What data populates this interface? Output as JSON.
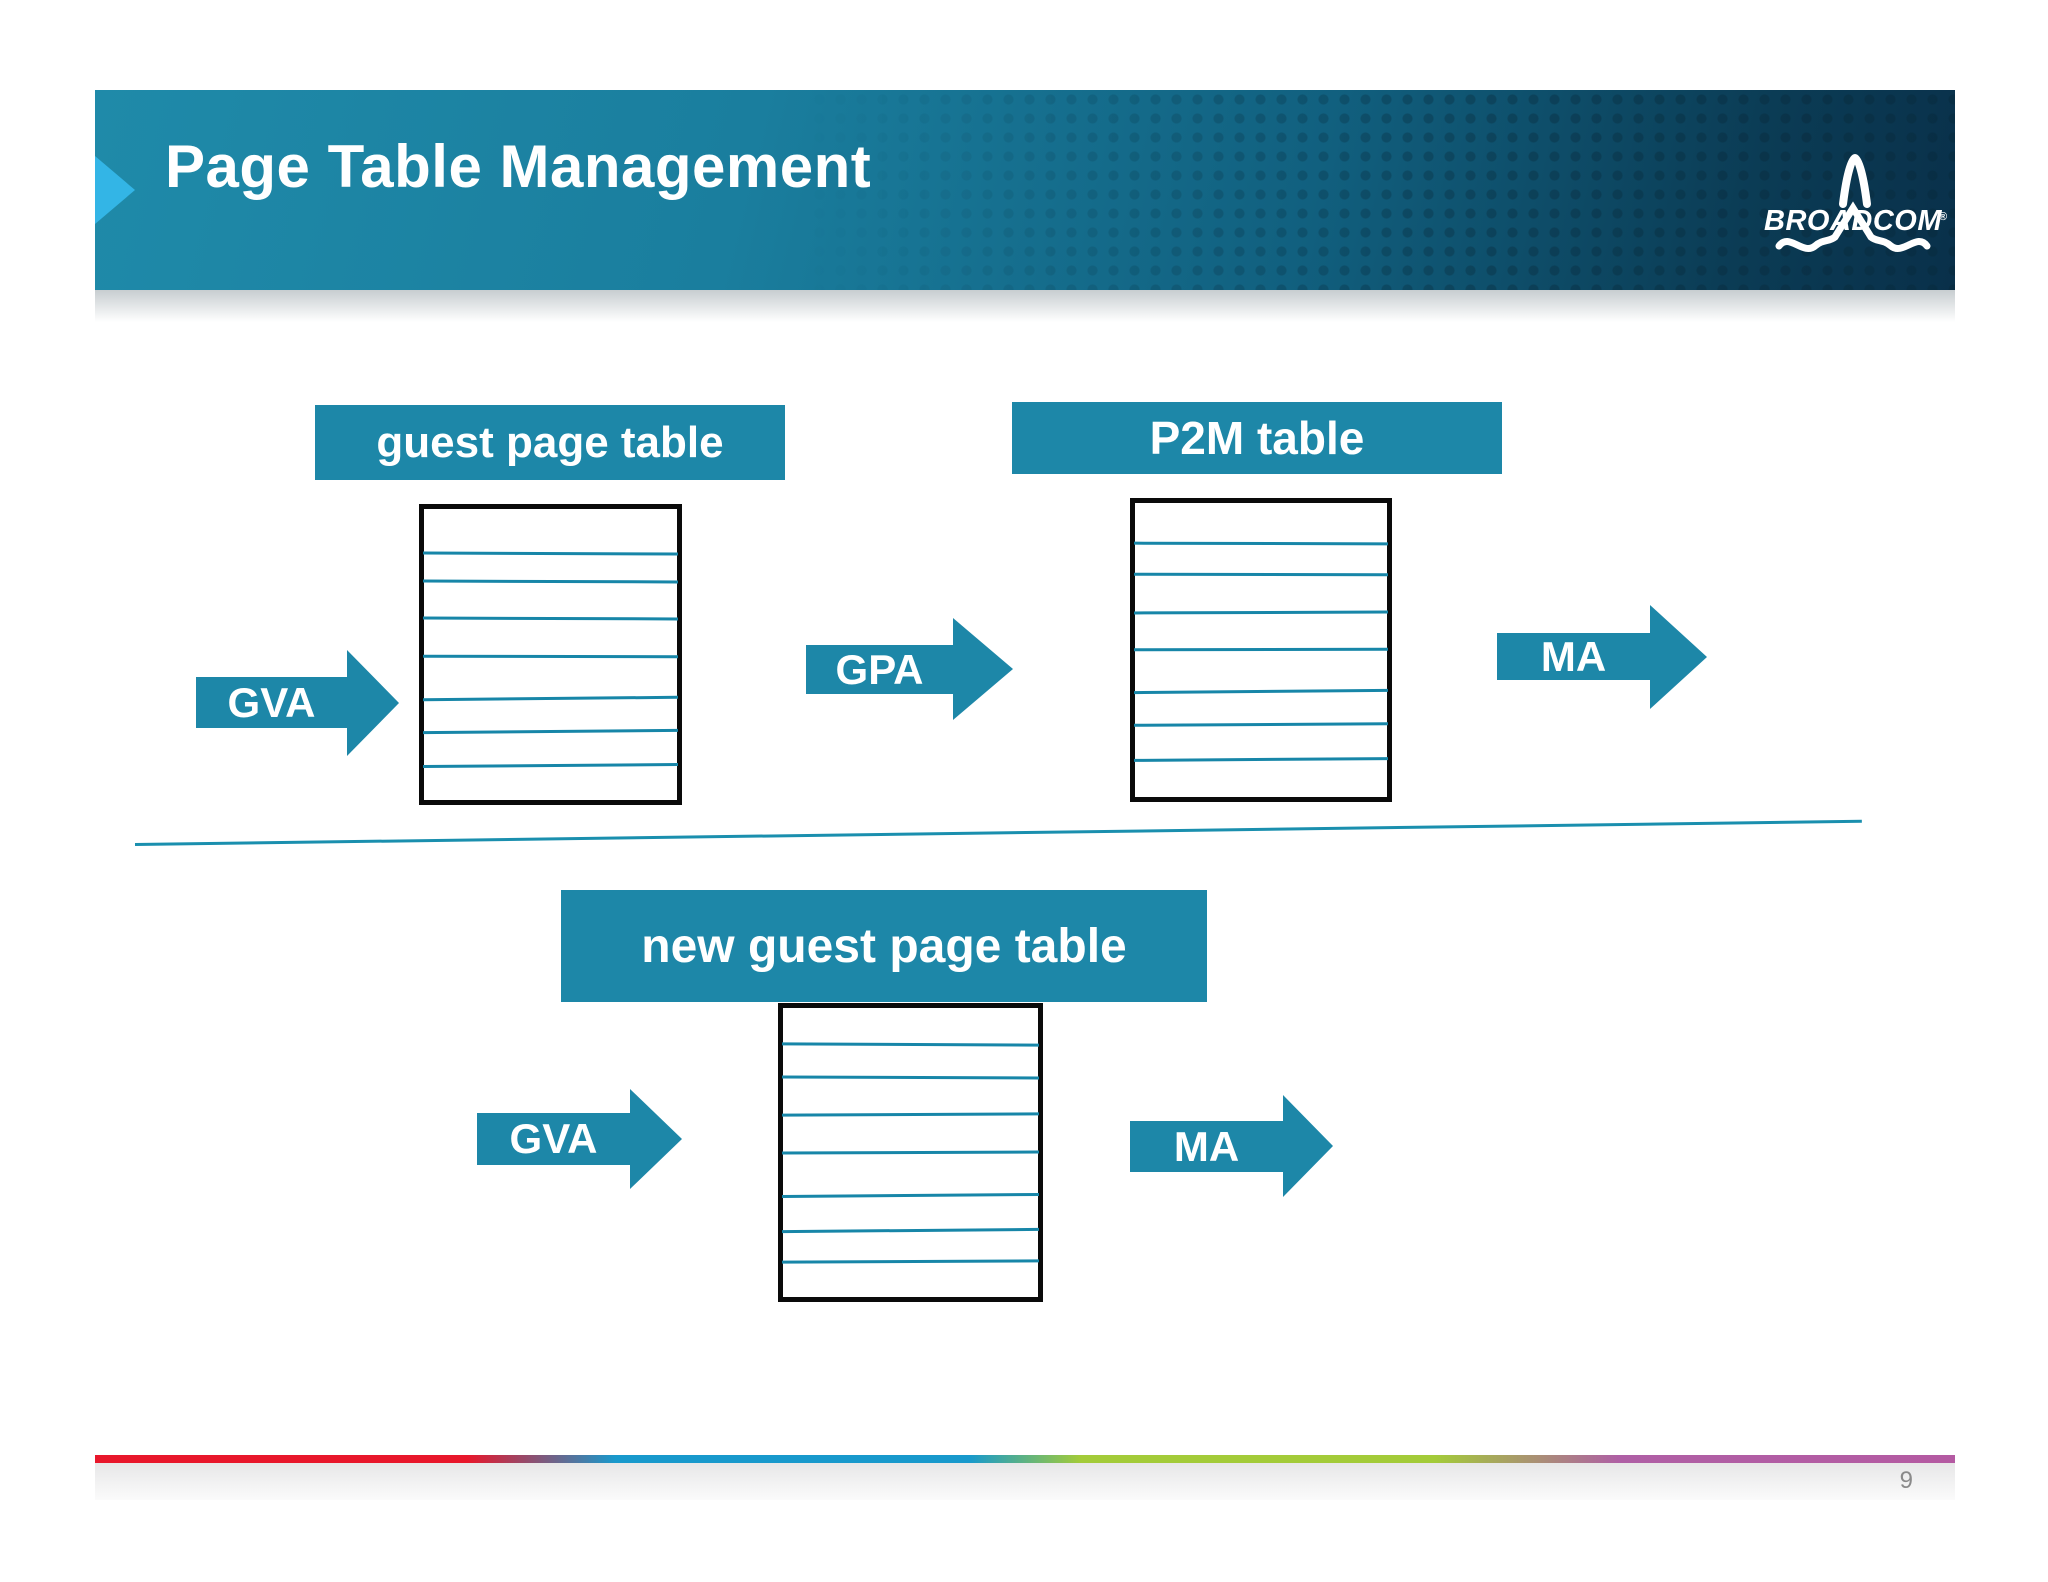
{
  "slide": {
    "header": {
      "title": "Page Table Management",
      "logo_text": "BROADCOM",
      "logo_mark": "®"
    },
    "top_section": {
      "guest_table_label": "guest page table",
      "p2m_table_label": "P2M table",
      "gva_arrow_label": "GVA",
      "gpa_arrow_label": "GPA",
      "ma_arrow_label": "MA",
      "guest_table_rows": 8,
      "p2m_table_rows": 8
    },
    "bottom_section": {
      "new_guest_table_label": "new guest page table",
      "gva_arrow_label": "GVA",
      "ma_arrow_label": "MA",
      "table_rows": 8
    },
    "footer": {
      "page_number": "9"
    },
    "colors": {
      "teal": "#1d87a8",
      "header_dark": "#09304a",
      "chevron_blue": "#33b5e6",
      "table_line": "#1786a8",
      "footer_red": "#e8172b",
      "footer_blue": "#1899cc",
      "footer_green": "#a3cb39",
      "footer_purple": "#af5fa5"
    }
  }
}
